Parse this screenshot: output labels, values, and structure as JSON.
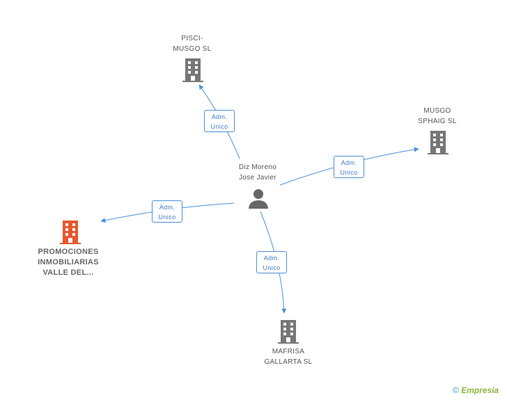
{
  "center_person": {
    "name_lines": [
      "Diz Moreno",
      "Jose Javier"
    ],
    "icon": "person-icon"
  },
  "companies": [
    {
      "id": "pisci",
      "name_lines": [
        "PISCI-",
        "MUSGO SL"
      ],
      "icon": "building-icon",
      "color": "#777777"
    },
    {
      "id": "musgo",
      "name_lines": [
        "MUSGO",
        "SPHAIG SL"
      ],
      "icon": "building-icon",
      "color": "#777777"
    },
    {
      "id": "promociones",
      "name_lines": [
        "PROMOCIONES",
        "INMOBILIARIAS",
        "VALLE DEL..."
      ],
      "icon": "building-icon",
      "color": "#e8572e"
    },
    {
      "id": "mafrisa",
      "name_lines": [
        "MAFRISA",
        "GALLARTA SL"
      ],
      "icon": "building-icon",
      "color": "#777777"
    }
  ],
  "relations": [
    {
      "to": "pisci",
      "role_lines": [
        "Adm.",
        "Unico"
      ]
    },
    {
      "to": "musgo",
      "role_lines": [
        "Adm.",
        "Unico"
      ]
    },
    {
      "to": "promociones",
      "role_lines": [
        "Adm.",
        "Unico"
      ]
    },
    {
      "to": "mafrisa",
      "role_lines": [
        "Adm.",
        "Unico"
      ]
    }
  ],
  "footer": {
    "copyright_symbol": "©",
    "brand": "Empresia"
  },
  "colors": {
    "edge": "#4a90d9",
    "person": "#666666",
    "accent_company": "#e8572e",
    "company": "#777777"
  }
}
